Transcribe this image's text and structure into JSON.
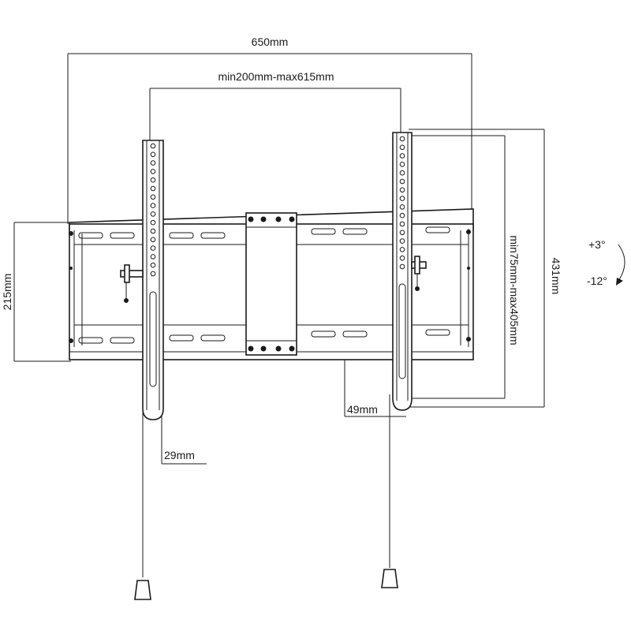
{
  "dimensions": {
    "overall_width": "650mm",
    "vesa_horizontal": "min200mm-max615mm",
    "wall_plate_height": "215mm",
    "bracket_height": "431mm",
    "vesa_vertical": "min75mm-max405mm",
    "profile_depth": "49mm",
    "wall_clearance": "29mm"
  },
  "tilt": {
    "up": "+3°",
    "down": "-12°"
  }
}
